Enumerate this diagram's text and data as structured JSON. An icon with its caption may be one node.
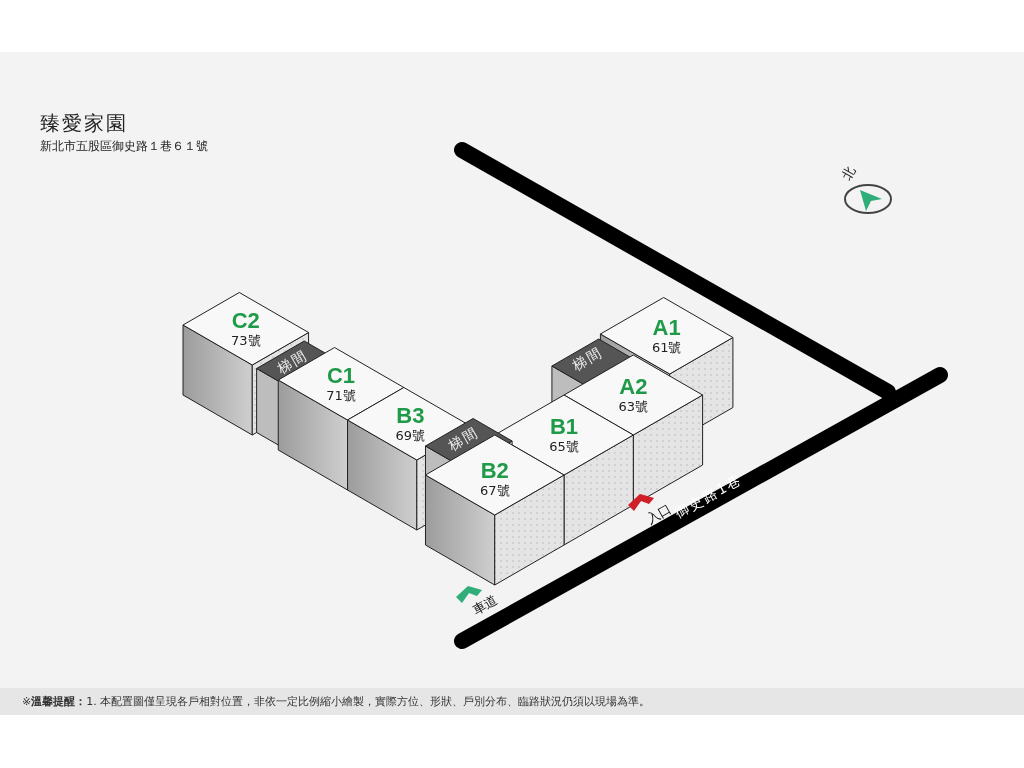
{
  "diagram": {
    "title": "臻愛家園",
    "caption": "※**溫馨提醒：**1. 本配置圖僅呈現各戶相對位置，非依一定比例縮小繪製，實際方位、形狀、戶別分布、臨路狀況仍須以現場為準。",
    "nodes": [
      {
        "text": [
          "C2",
          "73號"
        ]
      },
      {
        "text": [
          "梯間"
        ]
      },
      {
        "text": [
          "C1",
          "71號"
        ]
      },
      {
        "text": [
          "B3",
          "69號"
        ]
      },
      {
        "text": [
          "梯間"
        ]
      },
      {
        "text": [
          "B2",
          "67號"
        ]
      },
      {
        "text": [
          "B1",
          "65號"
        ]
      },
      {
        "text": [
          "A2",
          "63號"
        ]
      },
      {
        "text": [
          "梯間"
        ]
      },
      {
        "text": [
          "A1",
          "61號"
        ]
      }
    ],
    "labels": [
      "新北市五股區御史路１巷６１號",
      "北",
      "入口",
      "御史路1巷",
      "車道"
    ]
  }
}
